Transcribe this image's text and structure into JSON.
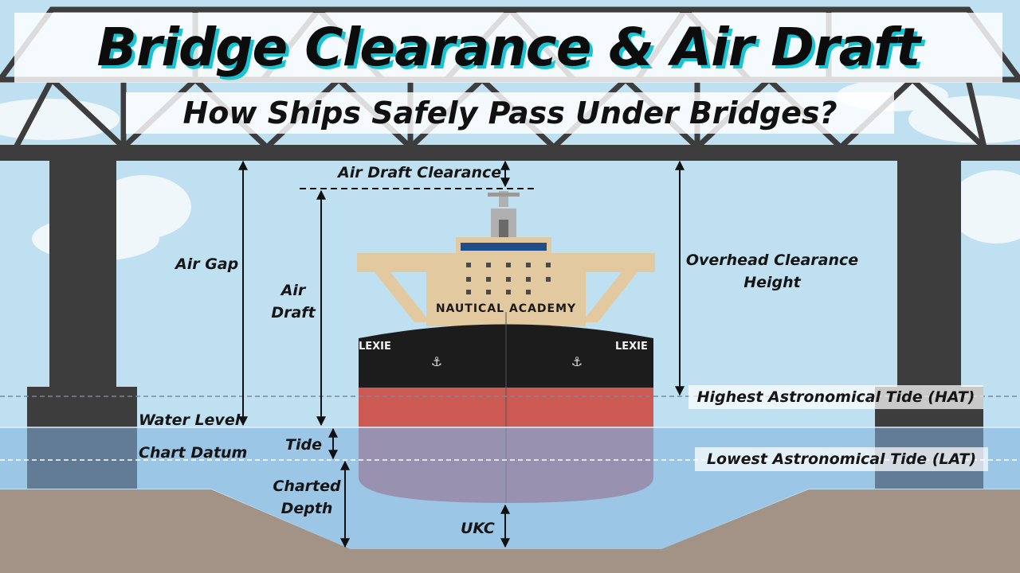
{
  "title": "Bridge Clearance & Air Draft",
  "subtitle": "How Ships Safely Pass Under Bridges?",
  "labels": {
    "air_draft_clearance": "Air Draft Clearance",
    "air_gap": "Air Gap",
    "air_draft_line1": "Air",
    "air_draft_line2": "Draft",
    "overhead_line1": "Overhead Clearance",
    "overhead_line2": "Height",
    "water_level": "Water Level",
    "chart_datum": "Chart Datum",
    "tide": "Tide",
    "charted_depth_line1": "Charted",
    "charted_depth_line2": "Depth",
    "ukc": "UKC",
    "hat": "Highest Astronomical Tide (HAT)",
    "lat": "Lowest Astronomical Tide (LAT)"
  },
  "ship": {
    "superstructure_text": "NAUTICAL ACADEMY",
    "name_left": "LEXIE",
    "name_right": "LEXIE"
  },
  "colors": {
    "bridge": "#3d3d3d",
    "sky": "#bfe0f0",
    "water": "#7fb0dc",
    "seabed": "#a39286",
    "hull_black": "#1c1c1c",
    "hull_red": "#cc5a52",
    "superstructure": "#e2c9a0",
    "title_shadow": "#18c4d4"
  }
}
